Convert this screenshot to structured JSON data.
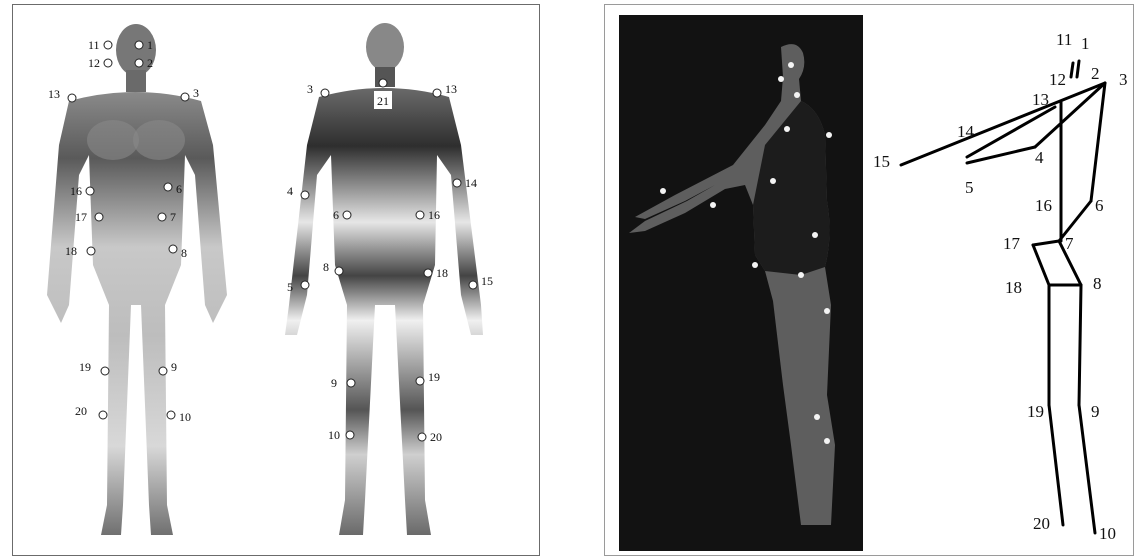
{
  "figure": {
    "front_markers": [
      {
        "id": "11"
      },
      {
        "id": "1"
      },
      {
        "id": "12"
      },
      {
        "id": "2"
      },
      {
        "id": "13"
      },
      {
        "id": "3"
      },
      {
        "id": "16"
      },
      {
        "id": "6"
      },
      {
        "id": "17"
      },
      {
        "id": "7"
      },
      {
        "id": "18"
      },
      {
        "id": "8"
      },
      {
        "id": "19"
      },
      {
        "id": "9"
      },
      {
        "id": "20"
      },
      {
        "id": "10"
      }
    ],
    "back_markers": [
      {
        "id": "3"
      },
      {
        "id": "21"
      },
      {
        "id": "13"
      },
      {
        "id": "4"
      },
      {
        "id": "14"
      },
      {
        "id": "6"
      },
      {
        "id": "16"
      },
      {
        "id": "8"
      },
      {
        "id": "18"
      },
      {
        "id": "5"
      },
      {
        "id": "15"
      },
      {
        "id": "9"
      },
      {
        "id": "19"
      },
      {
        "id": "10"
      },
      {
        "id": "20"
      }
    ],
    "skeleton_labels": [
      {
        "id": "11"
      },
      {
        "id": "1"
      },
      {
        "id": "12"
      },
      {
        "id": "2"
      },
      {
        "id": "3"
      },
      {
        "id": "13"
      },
      {
        "id": "14"
      },
      {
        "id": "4"
      },
      {
        "id": "15"
      },
      {
        "id": "5"
      },
      {
        "id": "16"
      },
      {
        "id": "6"
      },
      {
        "id": "17"
      },
      {
        "id": "7"
      },
      {
        "id": "18"
      },
      {
        "id": "8"
      },
      {
        "id": "19"
      },
      {
        "id": "9"
      },
      {
        "id": "20"
      },
      {
        "id": "10"
      }
    ],
    "colors": {
      "body_light": "#dcdcdc",
      "body_dark": "#3a3a3a",
      "photo_bg": "#0e0e0e",
      "stick_line": "#000000",
      "marker_fill": "#ffffff"
    }
  }
}
